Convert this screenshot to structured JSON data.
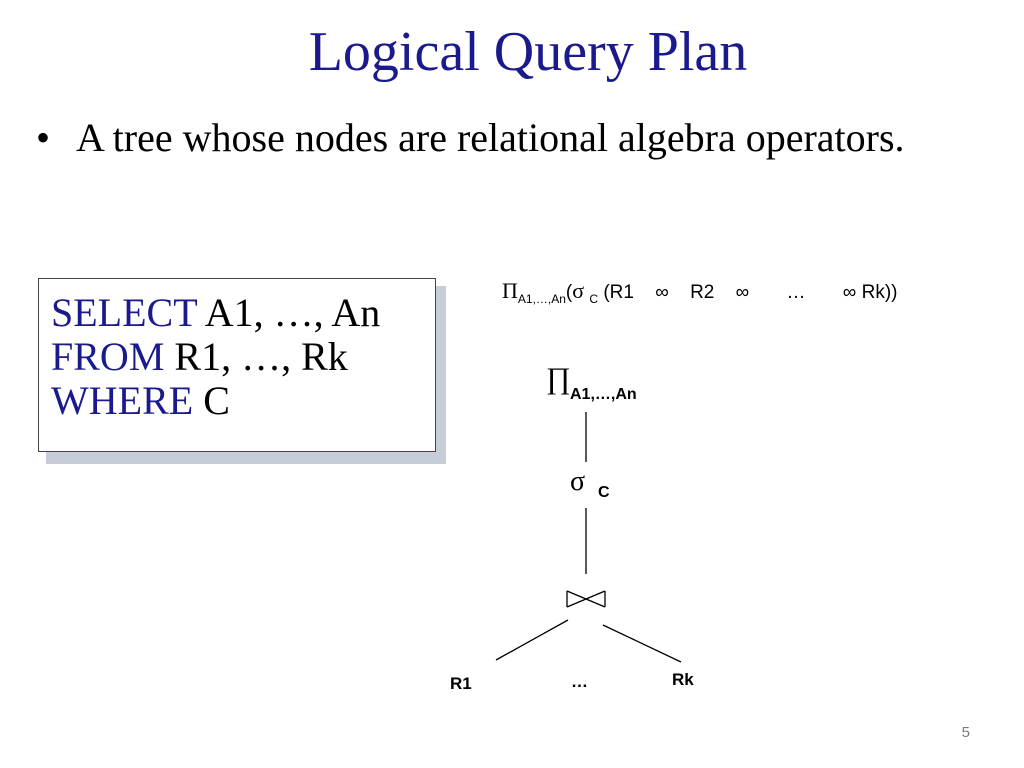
{
  "slide": {
    "title": "Logical Query Plan",
    "bullet": "A tree whose nodes are relational algebra operators.",
    "bullet_marker": "•",
    "page_number": "5"
  },
  "sql": {
    "select_kw": "SELECT",
    "select_rest": " A1, …, An",
    "from_kw": "FROM",
    "from_rest": " R1, …, Rk",
    "where_kw": "WHERE",
    "where_rest": " C"
  },
  "formula": {
    "pi": "Π",
    "pi_sub": "A1,…,An",
    "open": "(",
    "sigma": "σ",
    "sigma_sub": "C",
    "r1": "(R1",
    "join1": "∞",
    "r2": "R2",
    "join2": "∞",
    "ellipsis": "…",
    "join3": "∞",
    "rk": "Rk))"
  },
  "tree": {
    "pi_symbol": "∏",
    "pi_label": "A1,…,An",
    "sigma_symbol": "σ",
    "sigma_label": "C",
    "left_leaf": "R1",
    "middle_leaf": "…",
    "right_leaf": "Rk"
  }
}
